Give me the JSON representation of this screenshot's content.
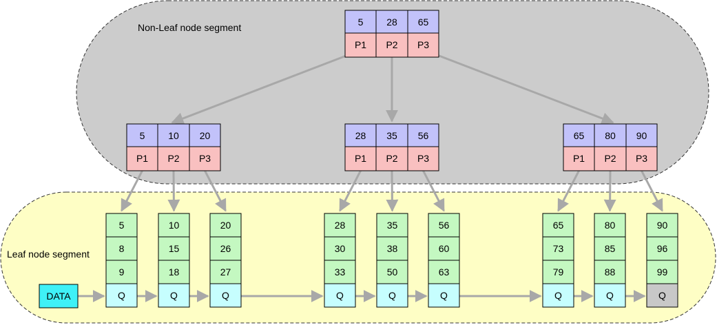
{
  "colors": {
    "nonleaf_segment_fill": "#cccccc",
    "leaf_segment_fill": "#fefec5",
    "key_cell": "#c2c2fa",
    "pointer_cell": "#f9c0c0",
    "leaf_value_cell": "#c4f8c1",
    "leaf_link_cell": "#c6fefe",
    "leaf_link_end_cell": "#c8c8c8",
    "data_box": "#3ff1f7",
    "arrow": "#a8a8a8",
    "border": "#000000"
  },
  "labels": {
    "nonleaf_segment": "Non-Leaf node segment",
    "leaf_segment": "Leaf node segment",
    "data": "DATA"
  },
  "root": {
    "keys": [
      "5",
      "28",
      "65"
    ],
    "pointers": [
      "P1",
      "P2",
      "P3"
    ]
  },
  "internal_nodes": [
    {
      "keys": [
        "5",
        "10",
        "20"
      ],
      "pointers": [
        "P1",
        "P2",
        "P3"
      ]
    },
    {
      "keys": [
        "28",
        "35",
        "56"
      ],
      "pointers": [
        "P1",
        "P2",
        "P3"
      ]
    },
    {
      "keys": [
        "65",
        "80",
        "90"
      ],
      "pointers": [
        "P1",
        "P2",
        "P3"
      ]
    }
  ],
  "leaf_nodes": [
    {
      "values": [
        "5",
        "8",
        "9"
      ],
      "link": "Q"
    },
    {
      "values": [
        "10",
        "15",
        "18"
      ],
      "link": "Q"
    },
    {
      "values": [
        "20",
        "26",
        "27"
      ],
      "link": "Q"
    },
    {
      "values": [
        "28",
        "30",
        "33"
      ],
      "link": "Q"
    },
    {
      "values": [
        "35",
        "38",
        "50"
      ],
      "link": "Q"
    },
    {
      "values": [
        "56",
        "60",
        "63"
      ],
      "link": "Q"
    },
    {
      "values": [
        "65",
        "73",
        "79"
      ],
      "link": "Q"
    },
    {
      "values": [
        "80",
        "85",
        "88"
      ],
      "link": "Q"
    },
    {
      "values": [
        "90",
        "96",
        "99"
      ],
      "link": "Q"
    }
  ]
}
